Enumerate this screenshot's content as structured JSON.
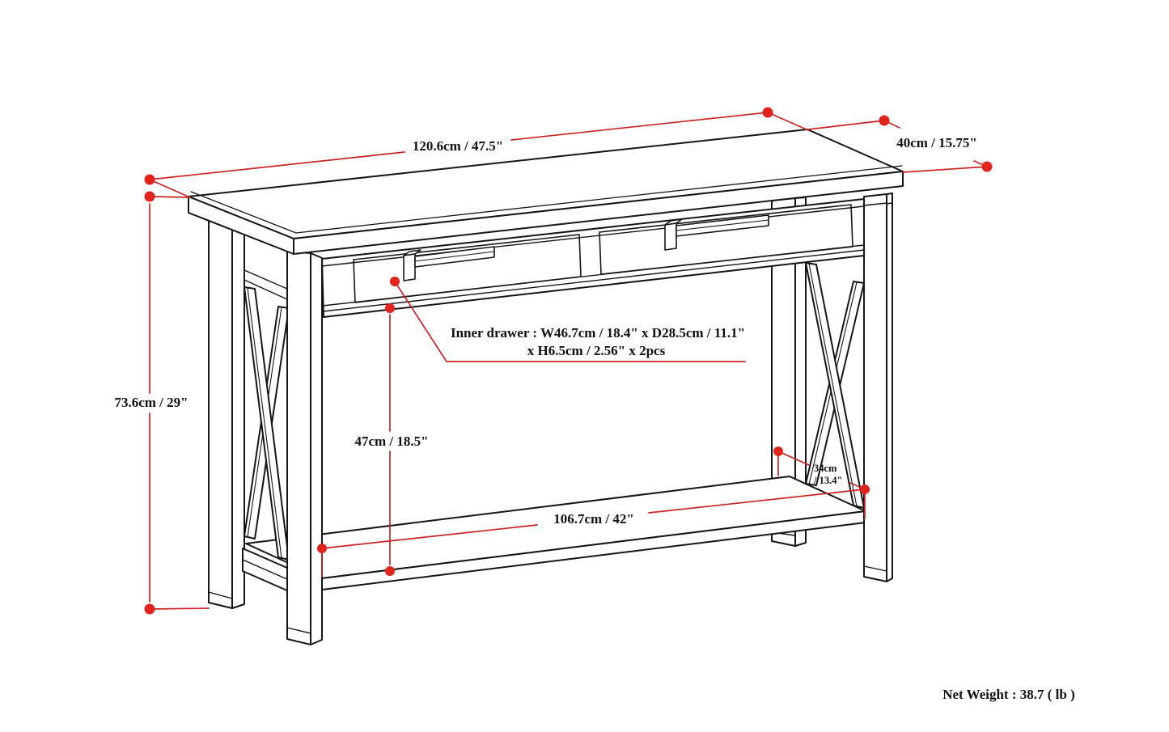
{
  "diagram": {
    "type": "furniture dimension drawing",
    "subject": "console table with two drawers, X-shaped side braces and lower shelf",
    "labels": {
      "top_length": "120.6cm / 47.5\"",
      "top_depth": "40cm / 15.75\"",
      "overall_height": "73.6cm / 29\"",
      "shelf_clearance": "47cm / 18.5\"",
      "shelf_length": "106.7cm / 42\"",
      "shelf_depth_line1": "34cm",
      "shelf_depth_line2": "/ 13.4\"",
      "inner_drawer_line1": "Inner drawer : W46.7cm / 18.4\" x D28.5cm / 11.1\"",
      "inner_drawer_line2": "x H6.5cm / 2.56\" x 2pcs",
      "net_weight": "Net Weight : 38.7 ( lb )"
    },
    "colors": {
      "drawing_line": "#151515",
      "dimension_line": "#cb2420",
      "dimension_dot": "#e2231c",
      "label_text": "#111111",
      "background": "#ffffff"
    }
  }
}
